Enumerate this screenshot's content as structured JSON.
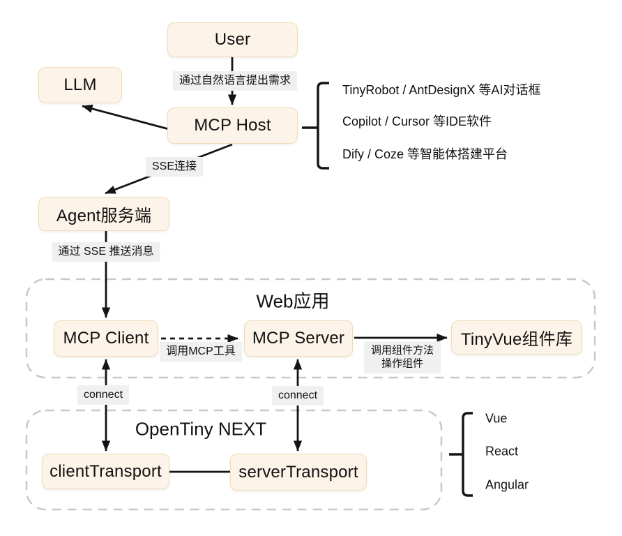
{
  "diagram": {
    "nodes": {
      "user": "User",
      "llm": "LLM",
      "mcp_host": "MCP Host",
      "agent_server": "Agent服务端",
      "mcp_client": "MCP Client",
      "mcp_server": "MCP Server",
      "tinyvue_library": "TinyVue组件库",
      "client_transport": "clientTransport",
      "server_transport": "serverTransport"
    },
    "containers": {
      "web_app": "Web应用",
      "opentiny_next": "OpenTiny NEXT"
    },
    "edge_labels": {
      "natural_language_request": "通过自然语言提出需求",
      "sse_connection": "SSE连接",
      "sse_push": "通过 SSE 推送消息",
      "call_mcp_tools": "调用MCP工具",
      "call_component_method": "调用组件方法",
      "operate_component": "操作组件",
      "connect_client": "connect",
      "connect_server": "connect"
    },
    "mcp_host_examples": [
      "TinyRobot / AntDesignX 等AI对话框",
      "Copilot / Cursor 等IDE软件",
      "Dify / Coze 等智能体搭建平台"
    ],
    "frameworks": [
      "Vue",
      "React",
      "Angular"
    ],
    "colors": {
      "node_fill": "#fcf4e9",
      "node_border": "#f2dabb",
      "label_bg": "#f0f0f0",
      "container_border": "#c8c8c8",
      "line": "#141414"
    }
  }
}
